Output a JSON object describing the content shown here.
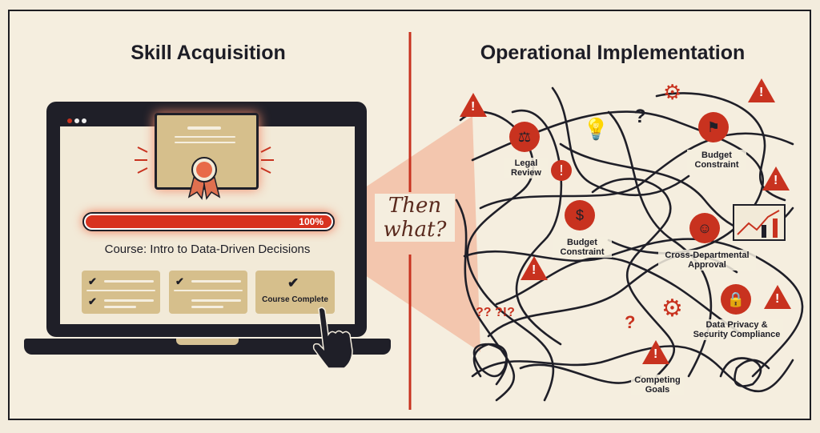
{
  "left_panel": {
    "title": "Skill Acquisition",
    "progress": {
      "value_percent": 100,
      "label": "100%"
    },
    "course_title": "Course: Intro to Data-Driven Decisions",
    "cards": [
      {
        "checks": 2
      },
      {
        "checks": 1
      },
      {
        "label": "Course Complete"
      }
    ]
  },
  "divider": {
    "question": "Then what?"
  },
  "right_panel": {
    "title": "Operational Implementation",
    "obstacles": [
      {
        "label": "Legal Review",
        "icon": "gavel-icon"
      },
      {
        "label": "Budget Constraint",
        "icon": "stamp-icon"
      },
      {
        "label": "Budget Constraint",
        "icon": "money-hand-icon"
      },
      {
        "label": "Cross-Departmental Approval",
        "icon": "people-network-icon"
      },
      {
        "label": "Data Privacy & Security Compliance",
        "icon": "lock-icon"
      },
      {
        "label": "Competing Goals",
        "icon": "warning-icon"
      }
    ]
  },
  "colors": {
    "accent": "#c8321f",
    "background": "#f5eedf",
    "ink": "#1f1f28",
    "tan": "#d6bf8c"
  }
}
